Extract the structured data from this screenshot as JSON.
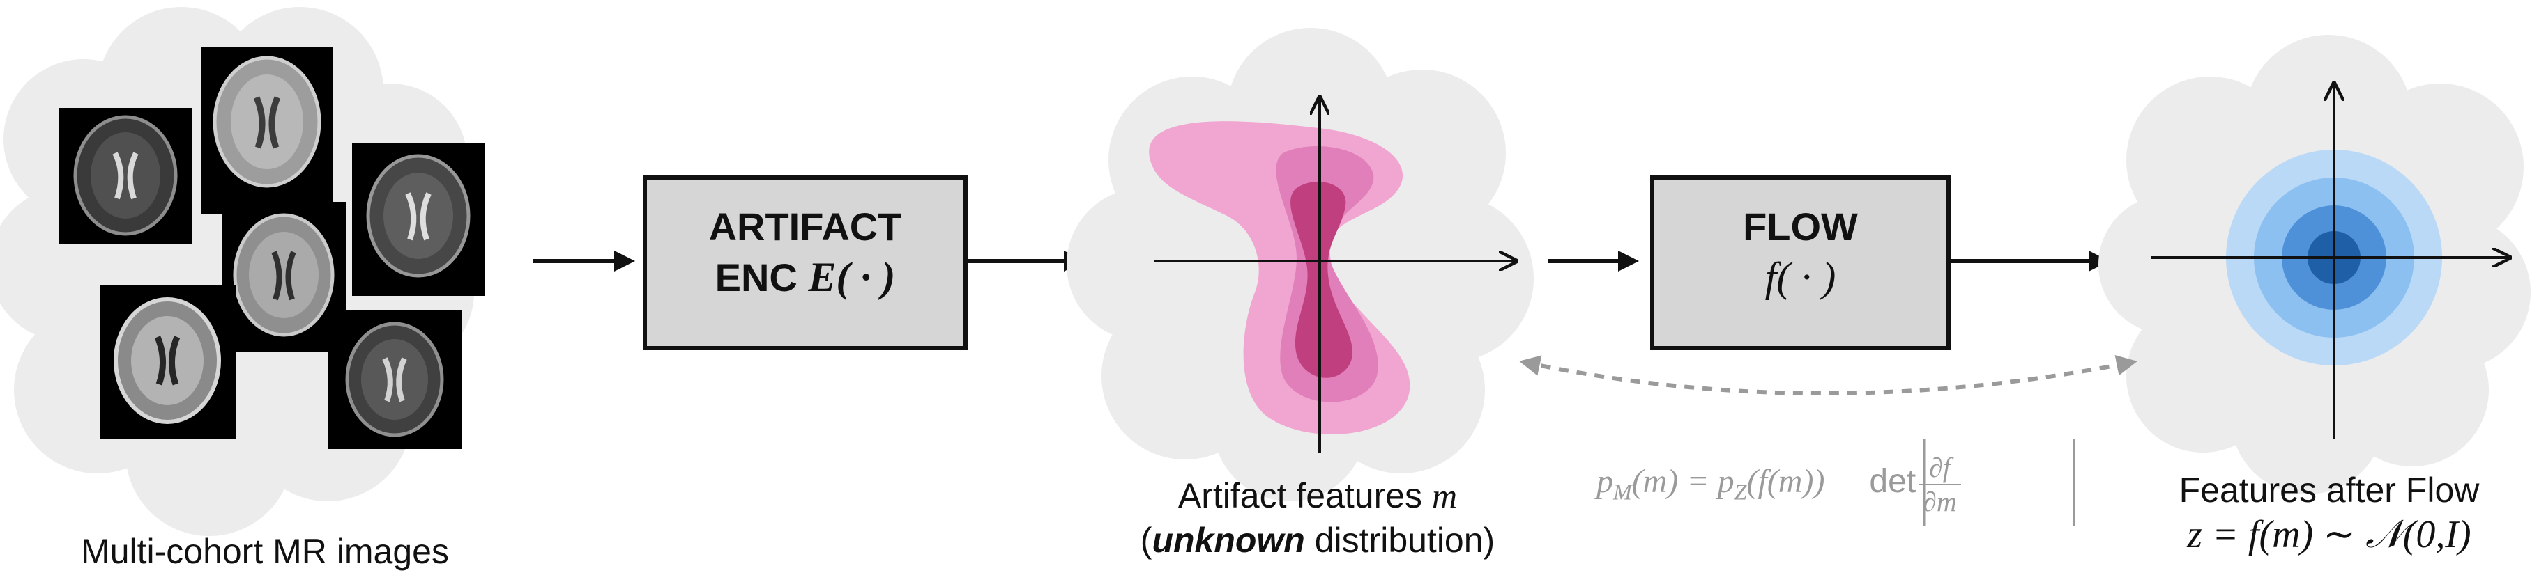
{
  "images_caption": "Multi-cohort MR images",
  "encoder": {
    "title": "ARTIFACT",
    "prefix": "ENC",
    "fn_symbol": "E",
    "fn_arg": "( · )"
  },
  "flow": {
    "title": "FLOW",
    "fn_symbol": "f",
    "fn_arg": "( · )"
  },
  "artifact_features": {
    "caption_prefix": "Artifact features",
    "caption_var": "m",
    "subcaption_emph": "unknown",
    "subcaption_rest": " distribution)",
    "subcaption_open": "(",
    "colors": [
      "#f0a6d0",
      "#e07fb9",
      "#c0407f",
      "#9c2a63"
    ]
  },
  "features_after_flow": {
    "caption": "Features after Flow",
    "equation": "z = f(m) ∼ 𝒩(0,I)",
    "colors": [
      "#b9d9f7",
      "#8cc0f0",
      "#4f91d8",
      "#1f5fa8"
    ]
  },
  "formula": {
    "lhs": "p",
    "lhs_sub": "M",
    "lhs_arg": "(m) = p",
    "rhs_sub": "Z",
    "rhs_arg": "(f(m))",
    "det": "det",
    "frac_num": "∂f",
    "frac_den": "∂m"
  }
}
